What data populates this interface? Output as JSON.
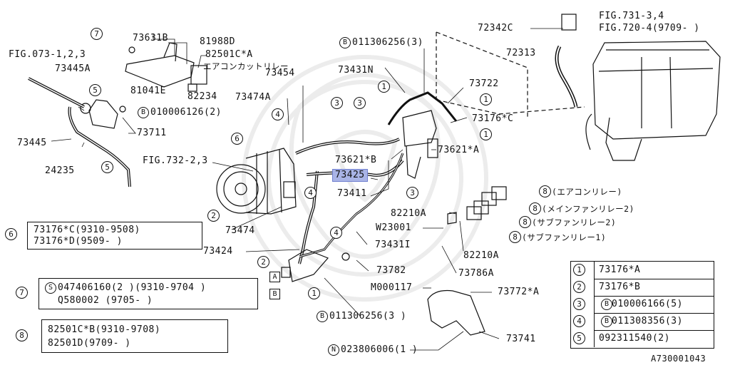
{
  "diagram_code": "A730001043",
  "parts": {
    "p73631B": "73631B",
    "p81988D": "81988D",
    "p82501CA": "82501C*A",
    "relay_note": "エアコンカットリレー",
    "p81041E": "81041E",
    "p82234": "82234",
    "fig073": "FIG.073-1,2,3",
    "p73445A": "73445A",
    "b010006126": "010006126(2)",
    "p73711": "73711",
    "p73445": "73445",
    "p24235": "24235",
    "p73454": "73454",
    "p73474A": "73474A",
    "fig732": "FIG.732-2,3",
    "p73474": "73474",
    "p73424": "73424",
    "b011306256_top": "011306256(3)",
    "p73431N": "73431N",
    "p73722": "73722",
    "p73176C": "73176*C",
    "p73621B": "73621*B",
    "p73621A": "73621*A",
    "p73425": "73425",
    "p73411": "73411",
    "p72342C": "72342C",
    "fig731": "FIG.731-3,4",
    "fig720": "FIG.720-4(9709- )",
    "p72313": "72313",
    "p82210A_top": "82210A",
    "w23001": "W23001",
    "p82210A_bot": "82210A",
    "p73431I": "73431I",
    "p73782": "73782",
    "p73786A": "73786A",
    "m000117": "M000117",
    "p73772A": "73772*A",
    "p73741": "73741",
    "b011306256_bot": "011306256(3 )",
    "n023806006": "023806006(1 )",
    "relay_ac": "(エアコンリレー)",
    "relay_main": "(メインファンリレー2)",
    "relay_sub2": "(サブファンリレー2)",
    "relay_sub1": "(サブファンリレー1)"
  },
  "callouts": [
    "1",
    "2",
    "3",
    "4",
    "5",
    "6",
    "7",
    "8"
  ],
  "prefixes": {
    "b": "B",
    "s": "S",
    "n": "N"
  },
  "sides": {
    "a": "A",
    "b": "B"
  },
  "notes": {
    "n6": {
      "num": "6",
      "line1": "73176*C(9310-9508)",
      "line2": "73176*D(9509-    )"
    },
    "n7": {
      "num": "7",
      "line1": "047406160(2 )(9310-9704 )",
      "line2": "Q580002 (9705-    )"
    },
    "n8": {
      "num": "8",
      "line1": "82501C*B(9310-9708)",
      "line2": "82501D(9709-    )"
    }
  },
  "legend": [
    {
      "num": "1",
      "prefix": "",
      "text": "73176*A"
    },
    {
      "num": "2",
      "prefix": "",
      "text": "73176*B"
    },
    {
      "num": "3",
      "prefix": "B",
      "text": "010006166(5)"
    },
    {
      "num": "4",
      "prefix": "B",
      "text": "011308356(3)"
    },
    {
      "num": "5",
      "prefix": "",
      "text": "092311540(2)"
    }
  ],
  "colors": {
    "highlight": "#a9b4e6",
    "line": "#111111",
    "watermark": "#e9e9e9"
  }
}
